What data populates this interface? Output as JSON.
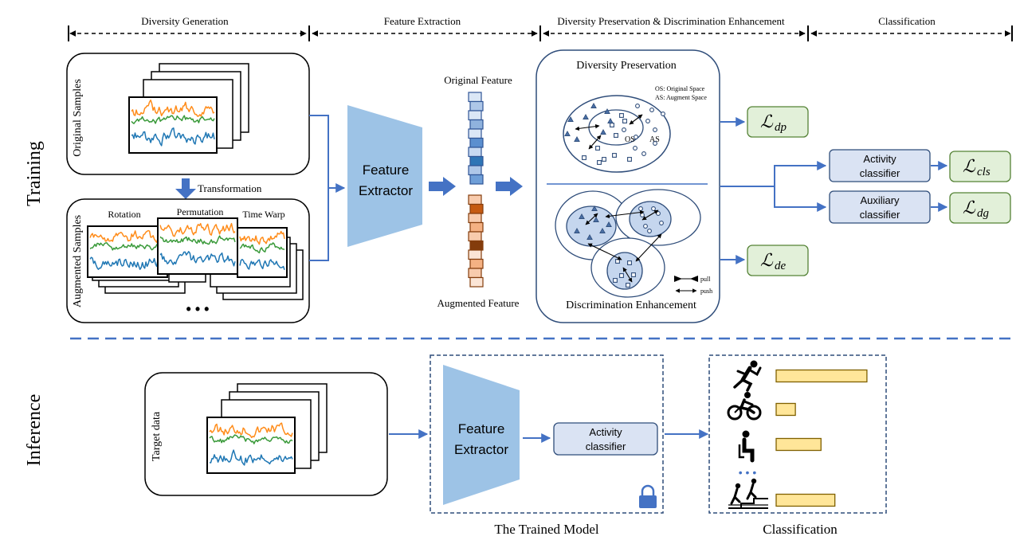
{
  "stages": {
    "diversity_generation": "Diversity Generation",
    "feature_extraction": "Feature Extraction",
    "preservation_enhancement": "Diversity Preservation & Discrimination Enhancement",
    "classification": "Classification"
  },
  "rows": {
    "training": "Training",
    "inference": "Inference"
  },
  "training": {
    "original_samples": "Original Samples",
    "augmented_samples": "Augmented Samples",
    "transformation": "Transformation",
    "rotation": "Rotation",
    "permutation": "Permutation",
    "time_warp": "Time Warp",
    "ellipsis": "• • •",
    "feature_extractor_line1": "Feature",
    "feature_extractor_line2": "Extractor",
    "original_feature": "Original Feature",
    "augmented_feature": "Augmented Feature",
    "diversity_preservation": "Diversity Preservation",
    "os_legend": "OS: Original Space",
    "as_legend": "AS: Augment Space",
    "os_label": "OS",
    "as_label": "AS",
    "discrimination_enhancement": "Discrimination Enhancement",
    "pull": "pull",
    "push": "push",
    "loss_dp": "ℒ",
    "loss_dp_sub": "dp",
    "loss_de": "ℒ",
    "loss_de_sub": "de",
    "loss_cls": "ℒ",
    "loss_cls_sub": "cls",
    "loss_dg": "ℒ",
    "loss_dg_sub": "dg",
    "activity_classifier_line1": "Activity",
    "activity_classifier_line2": "classifier",
    "auxiliary_classifier_line1": "Auxiliary",
    "auxiliary_classifier_line2": "classifier"
  },
  "inference": {
    "target_data": "Target data",
    "feature_extractor_line1": "Feature",
    "feature_extractor_line2": "Extractor",
    "activity_classifier_line1": "Activity",
    "activity_classifier_line2": "classifier",
    "trained_model": "The Trained Model",
    "classification": "Classification",
    "ellipsis": "• • •",
    "activity_icons": [
      "running-icon",
      "cycling-icon",
      "sitting-icon",
      "stairs-icon"
    ],
    "activity_scores": [
      0.85,
      0.18,
      0.42,
      0.55
    ]
  },
  "colors": {
    "accent_blue": "#4472c4",
    "extractor_fill": "#9dc3e6",
    "cluster_fill": "#c5d6ee",
    "loss_fill": "#e2f0d9",
    "loss_stroke": "#548235",
    "classifier_fill": "#dae3f3",
    "bar_fill": "#ffe699",
    "bar_stroke": "#7f6000",
    "signal_orange": "#ff8c1a",
    "signal_green": "#3a9a3a",
    "signal_blue": "#1f77b4",
    "orig_feature_cells": [
      "#dbe7f6",
      "#aec7e8",
      "#dbe7f6",
      "#8fb2dd",
      "#dbe7f6",
      "#5b8fcf",
      "#c7d9f1",
      "#2e75b6",
      "#aec7e8",
      "#6f9fd8"
    ],
    "aug_feature_cells": [
      "#f8cbad",
      "#c55a11",
      "#f8cbad",
      "#f4b183",
      "#f8cbad",
      "#843c0c",
      "#fbe5d6",
      "#f4b183",
      "#f8cbad",
      "#fbe5d6"
    ]
  }
}
